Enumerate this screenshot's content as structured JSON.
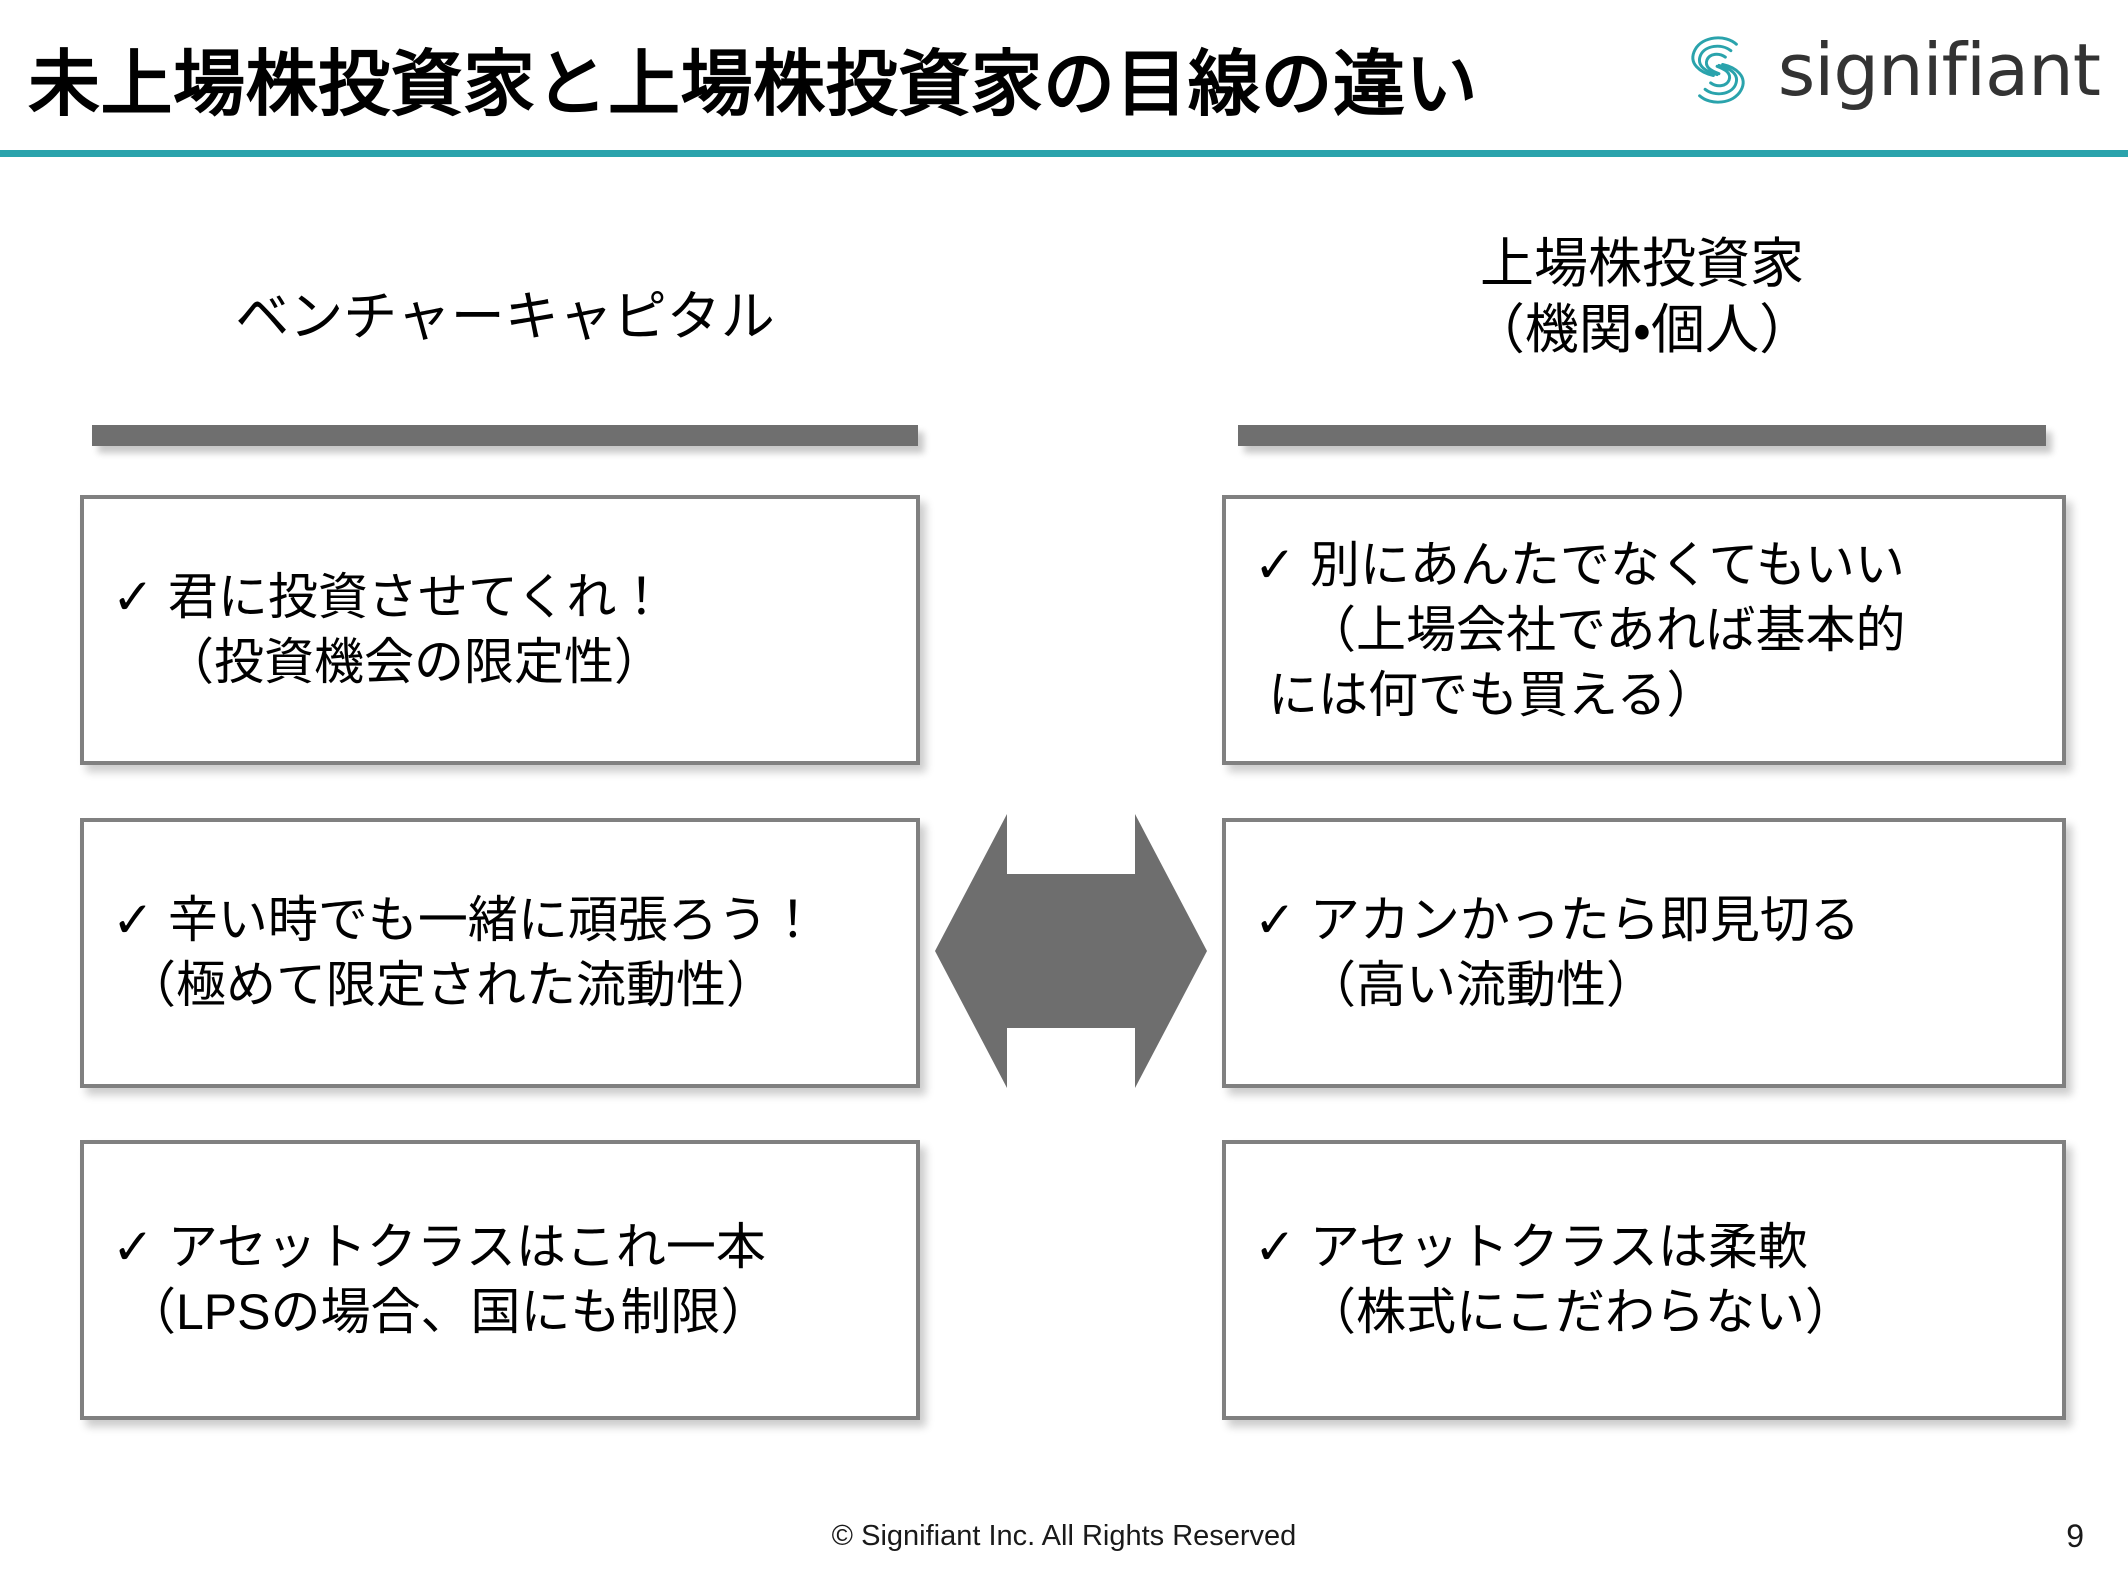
{
  "header": {
    "title": "未上場株投資家と上場株投資家の目線の違い",
    "logo_word": "signifiant",
    "rule_color": "#2AA3AC"
  },
  "columns": {
    "left": {
      "heading_line1": "ベンチャーキャピタル",
      "heading_line2": "",
      "cards": [
        {
          "check": "✓",
          "main": "君に投資させてくれ！",
          "sub": "（投資機会の限定性）",
          "sub2": ""
        },
        {
          "check": "✓",
          "main": "辛い時でも一緒に頑張ろう！",
          "sub": "（極めて限定された流動性）",
          "sub2": ""
        },
        {
          "check": "✓",
          "main": "アセットクラスはこれ一本",
          "sub": "（LPSの場合、国にも制限）",
          "sub2": ""
        }
      ]
    },
    "right": {
      "heading_line1": "上場株投資家",
      "heading_line2": "（機関・個人）",
      "cards": [
        {
          "check": "✓",
          "main": "別にあんたでなくてもいい",
          "sub": "（上場会社であれば基本的",
          "sub2": "には何でも買える）"
        },
        {
          "check": "✓",
          "main": "アカンかったら即見切る",
          "sub": "（高い流動性）",
          "sub2": ""
        },
        {
          "check": "✓",
          "main": "アセットクラスは柔軟",
          "sub": "（株式にこだわらない）",
          "sub2": ""
        }
      ]
    }
  },
  "center": {
    "arrow_color": "#6E6E6E"
  },
  "footer": {
    "copyright": "© Signifiant Inc. All Rights Reserved",
    "page_number": "9"
  }
}
